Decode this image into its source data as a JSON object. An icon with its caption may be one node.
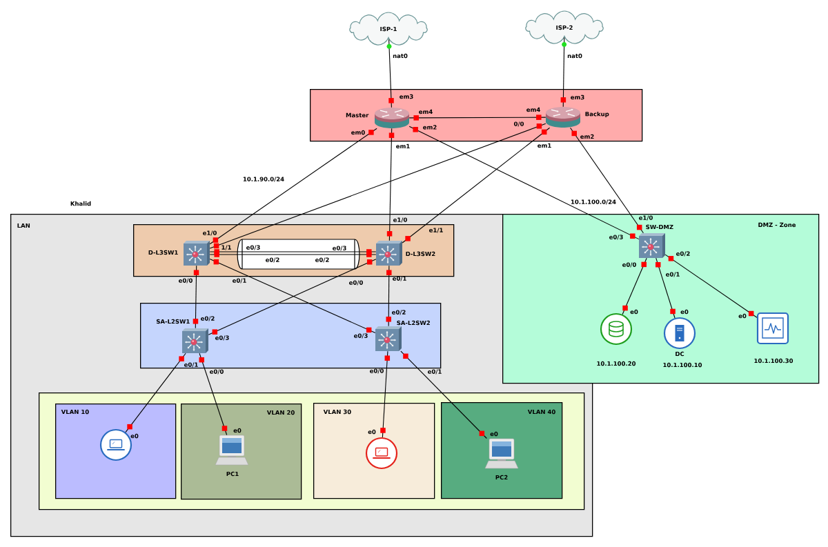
{
  "diagram": {
    "nodes": [
      {
        "text": [
          "ISP-1"
        ]
      },
      {
        "text": [
          "ISP-2"
        ]
      },
      {
        "text": [],
        "shape": "box"
      },
      {
        "text": [
          "Master"
        ],
        "in": 2
      },
      {
        "text": [
          "Backup"
        ],
        "in": 2
      },
      {
        "text": [
          "LAN"
        ]
      },
      {
        "text": [],
        "shape": "box",
        "in": 5
      },
      {
        "text": [
          "D-L3SW1"
        ],
        "in": 6
      },
      {
        "text": [
          "D-L3SW2"
        ],
        "in": 6
      },
      {
        "text": [],
        "shape": "box",
        "in": 5
      },
      {
        "text": [
          "SA-L2SW1"
        ],
        "in": 9
      },
      {
        "text": [
          "SA-L2SW2"
        ],
        "in": 9
      },
      {
        "text": [],
        "shape": "box",
        "in": 5
      },
      {
        "text": [
          "VLAN 10"
        ],
        "in": 12
      },
      {
        "text": [],
        "shape": "picture",
        "in": 13
      },
      {
        "text": [
          "VLAN 20"
        ],
        "in": 12
      },
      {
        "text": [
          "PC1"
        ],
        "in": 15
      },
      {
        "text": [
          "VLAN 30"
        ],
        "in": 12
      },
      {
        "text": [],
        "shape": "picture",
        "in": 17
      },
      {
        "text": [
          "VLAN 40"
        ],
        "in": 12
      },
      {
        "text": [
          "PC2"
        ],
        "in": 19
      },
      {
        "text": [
          "DMZ - Zone"
        ]
      },
      {
        "text": [
          "SW-DMZ"
        ],
        "in": 21
      },
      {
        "text": [
          "10.1.100.20"
        ],
        "in": 21
      },
      {
        "text": [
          "DC",
          "10.1.100.10"
        ],
        "in": 21
      },
      {
        "text": [
          "10.1.100.30"
        ],
        "in": 21
      }
    ],
    "edges": [
      {
        "from": 0,
        "to": 3,
        "arrow": "none"
      },
      {
        "from": 1,
        "to": 4,
        "arrow": "none"
      },
      {
        "from": 3,
        "to": 4,
        "arrow": "none"
      },
      {
        "from": 3,
        "to": 7,
        "arrow": "none"
      },
      {
        "from": 3,
        "to": 8,
        "arrow": "none"
      },
      {
        "from": 3,
        "to": 22,
        "arrow": "none"
      },
      {
        "from": 4,
        "to": 7,
        "arrow": "none"
      },
      {
        "from": 4,
        "to": 8,
        "arrow": "none"
      },
      {
        "from": 4,
        "to": 22,
        "arrow": "none"
      },
      {
        "from": 7,
        "to": 8,
        "arrow": "none"
      },
      {
        "from": 7,
        "to": 8,
        "arrow": "none"
      },
      {
        "from": 7,
        "to": 10,
        "arrow": "none"
      },
      {
        "from": 7,
        "to": 11,
        "arrow": "none"
      },
      {
        "from": 8,
        "to": 10,
        "arrow": "none"
      },
      {
        "from": 8,
        "to": 11,
        "arrow": "none"
      },
      {
        "from": 10,
        "to": 14,
        "arrow": "none"
      },
      {
        "from": 10,
        "to": 16,
        "arrow": "none"
      },
      {
        "from": 11,
        "to": 18,
        "arrow": "none"
      },
      {
        "from": 11,
        "to": 20,
        "arrow": "none"
      },
      {
        "from": 22,
        "to": 23,
        "arrow": "none"
      },
      {
        "from": 22,
        "to": 24,
        "arrow": "none"
      },
      {
        "from": 22,
        "to": 25,
        "arrow": "none"
      }
    ],
    "labels": [
      "nat0",
      "nat0",
      "em3",
      "em3",
      "em4",
      "em4",
      "em0",
      "em2",
      "0/0",
      "em2",
      "em1",
      "em1",
      "10.1.90.0/24",
      "Khalid",
      "10.1.100.0/24",
      "e1/0",
      "e1/0",
      "e1/0",
      "e1/1",
      "e0/3",
      "1/1",
      "e0/3",
      "e0/3",
      "e0/2",
      "e0/2",
      "e0/0",
      "e0/2",
      "e0/1",
      "e0/0",
      "e0/1",
      "e0/0",
      "e0/1",
      "e0/2",
      "e0/2",
      "e0",
      "e0",
      "e0",
      "e0/3",
      "e0/3",
      "e0/1",
      "e0/0",
      "e0/0",
      "e0/1",
      "e0",
      "e0",
      "e0",
      "e0"
    ]
  }
}
